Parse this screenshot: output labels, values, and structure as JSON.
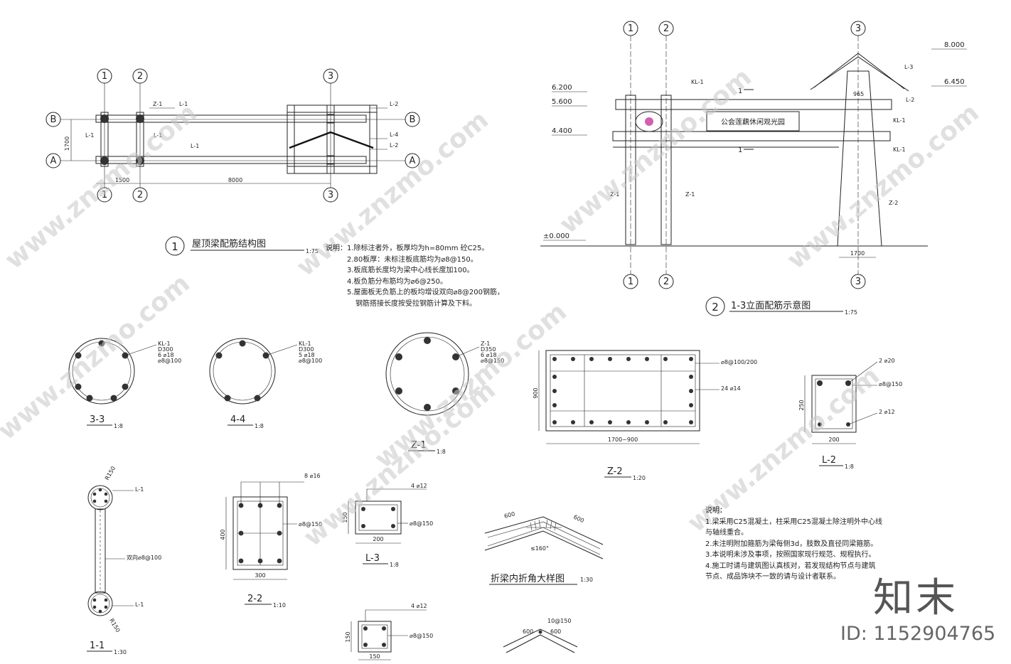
{
  "drawings": {
    "roof_plan": {
      "axes": [
        "1",
        "2",
        "3"
      ],
      "rows": [
        "A",
        "B"
      ],
      "beam_labels": {
        "z1": "Z-1",
        "l1": "L-1",
        "l2": "L-2",
        "l4": "L-4"
      },
      "dims": {
        "d1700": "1700",
        "d1500": "1500",
        "d8000": "8000"
      },
      "title_num": "1",
      "title": "屋顶梁配筋结构图",
      "scale": "1:75"
    },
    "elevation": {
      "axes": [
        "1",
        "2",
        "3"
      ],
      "levels": [
        "8.000",
        "6.450",
        "6.200",
        "5.600",
        "4.400",
        "±0.000"
      ],
      "labels": {
        "kl1": "KL-1",
        "l3": "L-3",
        "l2": "L-2",
        "z1": "Z-1",
        "z2": "Z-2",
        "sec": "1",
        "d965": "965"
      },
      "sign_text": "公会莲藕休闲观光园",
      "dim": "1700",
      "title_num": "2",
      "title": "1-3立面配筋示意图",
      "scale": "1:75"
    },
    "sections": {
      "s33": {
        "title": "3-3",
        "scale": "1:8",
        "labels": [
          "KL-1",
          "D300",
          "6 ⌀18",
          "⌀8@100"
        ]
      },
      "s44": {
        "title": "4-4",
        "scale": "1:8",
        "labels": [
          "KL-1",
          "D300",
          "5 ⌀18",
          "⌀8@100"
        ]
      },
      "z1": {
        "title": "Z-1",
        "scale": "1:8",
        "labels": [
          "Z-1",
          "D350",
          "6 ⌀18",
          "⌀8@150"
        ]
      },
      "z2": {
        "title": "Z-2",
        "scale": "1:20",
        "labels": [
          "⌀8@100/200",
          "24 ⌀14"
        ],
        "dims": [
          "900",
          "1700~900"
        ]
      },
      "l2": {
        "title": "L-2",
        "scale": "1:8",
        "labels": [
          "2 ⌀20",
          "⌀8@150",
          "2 ⌀12"
        ],
        "dims": [
          "250",
          "200"
        ]
      },
      "s11": {
        "title": "1-1",
        "scale": "1:30",
        "labels": [
          "R150",
          "L-1",
          "双向⌀8@100",
          "L-1",
          "R150"
        ]
      },
      "s22": {
        "title": "2-2",
        "scale": "1:10",
        "labels": [
          "8 ⌀16",
          "⌀8@150"
        ],
        "dims": [
          "400",
          "300"
        ]
      },
      "l3": {
        "title": "L-3",
        "scale": "1:8",
        "labels": [
          "4 ⌀12",
          "⌀8@150"
        ],
        "dims": [
          "150",
          "200"
        ]
      },
      "l3b": {
        "labels": [
          "4 ⌀12",
          "⌀8@150"
        ],
        "dims": [
          "150",
          "150"
        ]
      },
      "fold": {
        "title": "折梁内折角大样图",
        "scale": "1:30",
        "dims": [
          "600",
          "600",
          "≤160°"
        ]
      },
      "fold2": {
        "dims": [
          "10@150",
          "600",
          "600"
        ]
      }
    }
  },
  "notes1": [
    "说明：1.除标注者外，板厚均为h=80mm 砼C25。",
    "2.80板厚：未标注板底筋均为⌀8@150。",
    "3.板底筋长度均为梁中心线长度加100。",
    "4.板负筋分布筋均为⌀6@250。",
    "5.屋面板无负筋上的板均增设双向⌀8@200钢筋，",
    "钢筋搭接长度按受拉钢筋计算及下料。"
  ],
  "notes2": [
    "说明：",
    "1.梁采用C25混凝土，柱采用C25混凝土除注明外中心线",
    "与轴线重合。",
    "2.未注明附加箍筋为梁每侧3d，肢数及直径同梁箍筋。",
    "3.本说明未涉及事项，按照国家现行规范、规程执行。",
    "4.施工时请与建筑图认真核对，若发现结构节点与建筑",
    "节点、成品饰块不一致的请与设计者联系。"
  ],
  "watermark": {
    "text": "www.znzmo.com",
    "brand": "知末",
    "id": "ID: 1152904765"
  }
}
